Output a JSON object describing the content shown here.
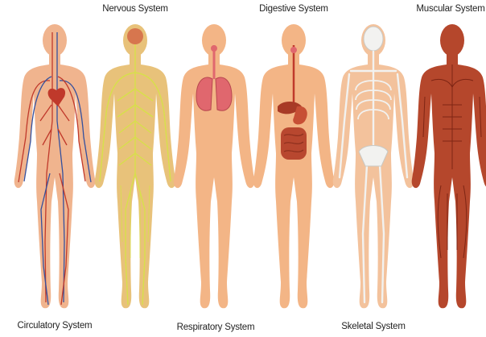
{
  "figures": [
    {
      "id": "circulatory",
      "label": "Circulatory System",
      "label_position": "bottom",
      "skin": "#f0b48e",
      "icon": "circulatory-system-figure"
    },
    {
      "id": "nervous",
      "label": "Nervous System",
      "label_position": "top",
      "skin": "#e8c27a",
      "icon": "nervous-system-figure"
    },
    {
      "id": "respiratory",
      "label": "Respiratory System",
      "label_position": "bottom",
      "skin": "#f3b586",
      "icon": "respiratory-system-figure"
    },
    {
      "id": "digestive",
      "label": "Digestive System",
      "label_position": "top",
      "skin": "#f3b586",
      "icon": "digestive-system-figure"
    },
    {
      "id": "skeletal",
      "label": "Skeletal System",
      "label_position": "bottom",
      "skin": "#f3c29c",
      "icon": "skeletal-system-figure"
    },
    {
      "id": "muscular",
      "label": "Muscular System",
      "label_position": "top",
      "skin": "#b5472c",
      "icon": "muscular-system-figure"
    }
  ],
  "colors": {
    "artery": "#c0392b",
    "vein": "#34509e",
    "nerve": "#d7e04a",
    "lung": "#e0676e",
    "organ": "#b8472f",
    "bone": "#f2f2f0",
    "muscle_line": "#7e2514"
  }
}
